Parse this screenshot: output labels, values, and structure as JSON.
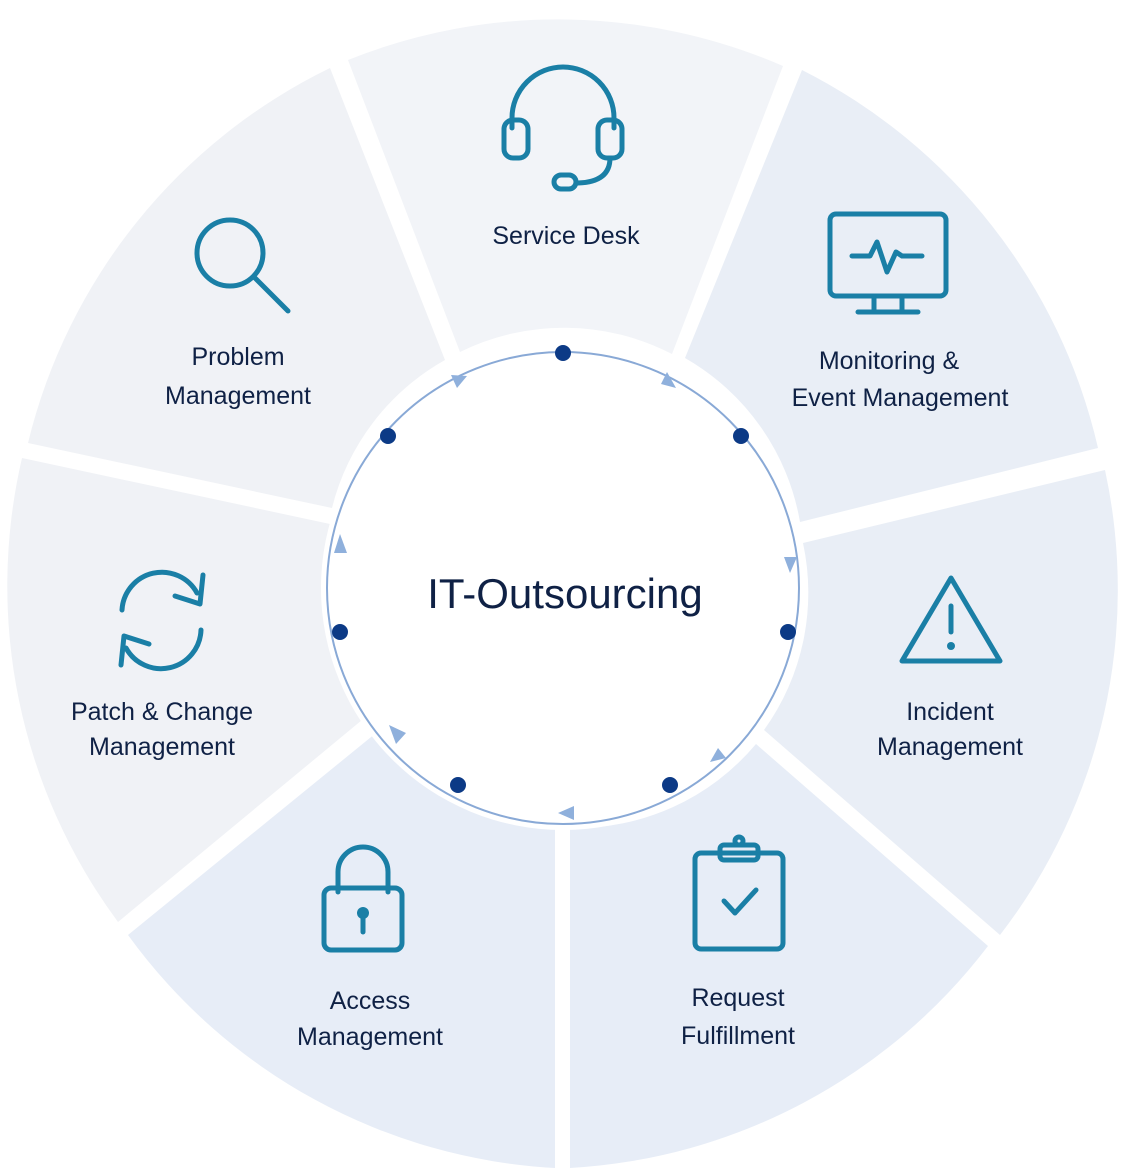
{
  "center": {
    "title": "IT-Outsourcing"
  },
  "segments": [
    {
      "id": "service-desk",
      "lines": [
        "Service Desk"
      ],
      "icon": "headset-icon",
      "fill": "#f2f4f8"
    },
    {
      "id": "monitoring",
      "lines": [
        "Monitoring &",
        "Event Management"
      ],
      "icon": "monitor-pulse-icon",
      "fill": "#e9eef6"
    },
    {
      "id": "incident",
      "lines": [
        "Incident",
        "Management"
      ],
      "icon": "warning-triangle-icon",
      "fill": "#e9eef6"
    },
    {
      "id": "request",
      "lines": [
        "Request",
        "Fulfillment"
      ],
      "icon": "clipboard-check-icon",
      "fill": "#e7edf7"
    },
    {
      "id": "access",
      "lines": [
        "Access",
        "Management"
      ],
      "icon": "padlock-icon",
      "fill": "#e7edf7"
    },
    {
      "id": "patch",
      "lines": [
        "Patch & Change",
        "Management"
      ],
      "icon": "refresh-cycle-icon",
      "fill": "#f0f2f6"
    },
    {
      "id": "problem",
      "lines": [
        "Problem",
        "Management"
      ],
      "icon": "magnifier-icon",
      "fill": "#f0f2f6"
    }
  ],
  "colors": {
    "text": "#0f2145",
    "icon": "#1a7fa6",
    "ring_line": "#89a9d6",
    "ring_arrow": "#8fb0dc",
    "ring_dot": "#0c3a86"
  }
}
